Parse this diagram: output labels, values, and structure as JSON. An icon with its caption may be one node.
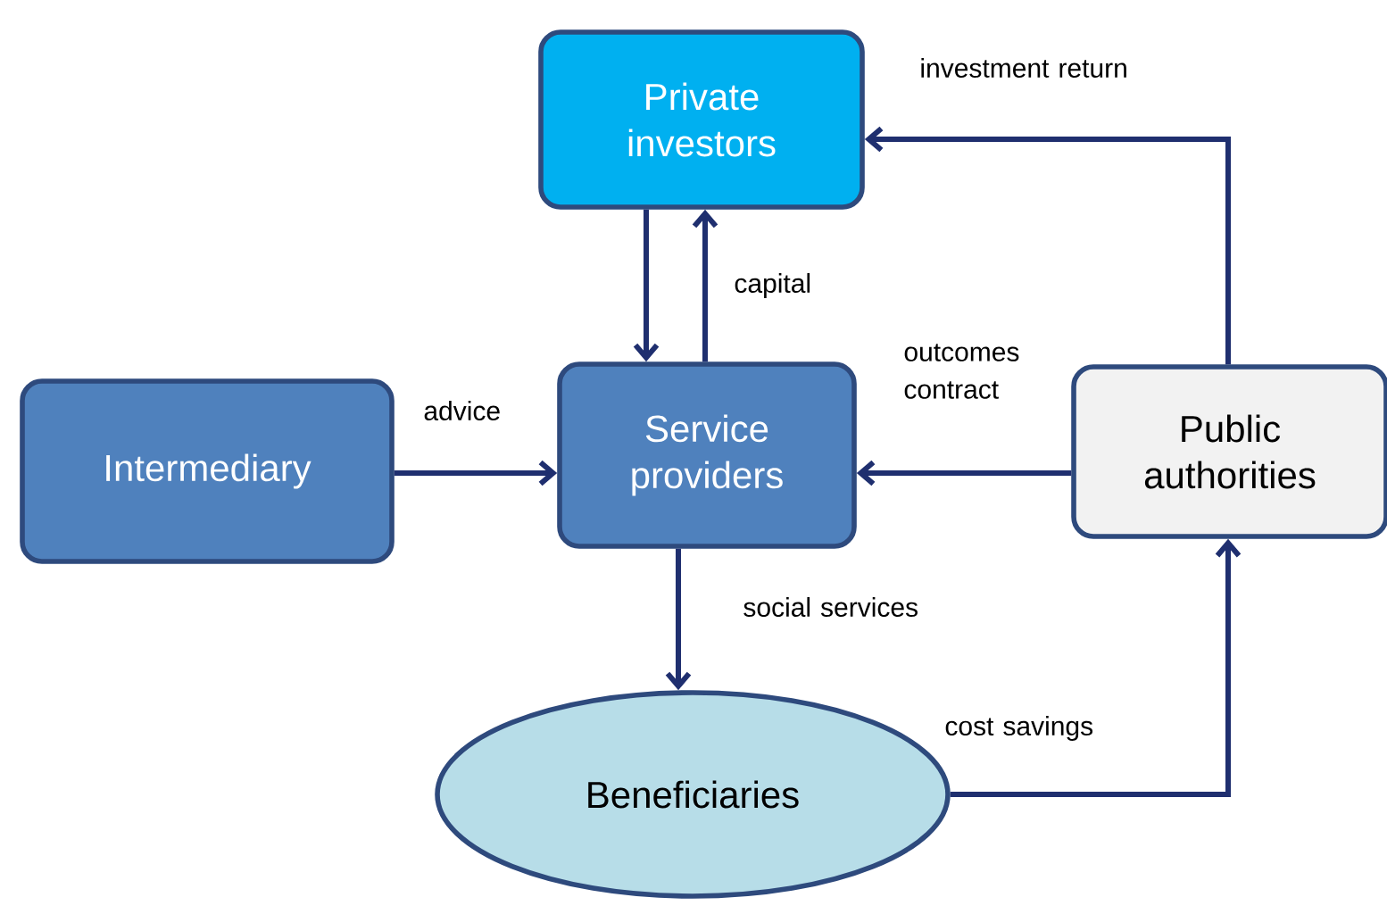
{
  "diagram": {
    "nodes": [
      {
        "text": [
          "Private investors"
        ]
      },
      {
        "text": [
          "Intermediary"
        ]
      },
      {
        "text": [
          "Service providers"
        ]
      },
      {
        "text": [
          "Public authorities"
        ]
      },
      {
        "text": [
          "Beneficiaries"
        ]
      }
    ],
    "edges": [
      {
        "from": 0,
        "to": 2,
        "arrow": "to"
      },
      {
        "from": 2,
        "to": 0,
        "arrow": "to",
        "label": "capital"
      },
      {
        "from": 1,
        "to": 2,
        "arrow": "to",
        "label": "advice"
      },
      {
        "from": 3,
        "to": 2,
        "arrow": "to",
        "label": "outcomes contract"
      },
      {
        "from": 3,
        "to": 0,
        "arrow": "to",
        "label": "investment return"
      },
      {
        "from": 2,
        "to": 4,
        "arrow": "to",
        "label": "social services"
      },
      {
        "from": 4,
        "to": 3,
        "arrow": "to",
        "label": "cost savings"
      }
    ]
  }
}
